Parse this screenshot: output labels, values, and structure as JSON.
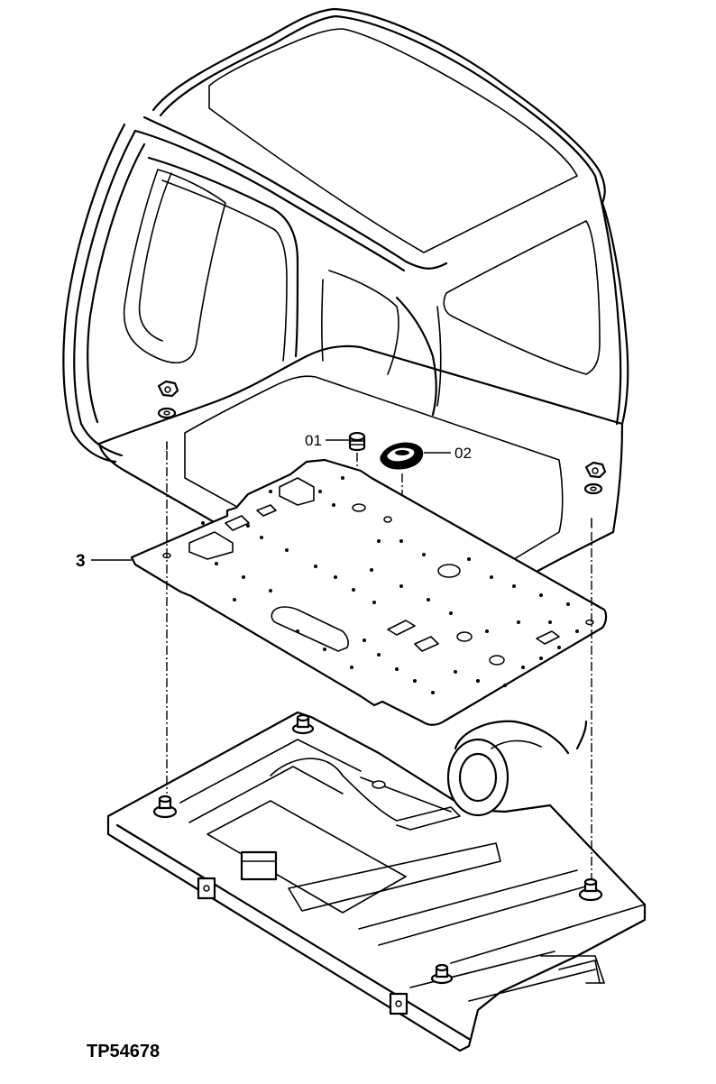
{
  "callouts": {
    "part_01": "01",
    "part_02": "02",
    "part_3": "3"
  },
  "figure_id": "TP54678"
}
